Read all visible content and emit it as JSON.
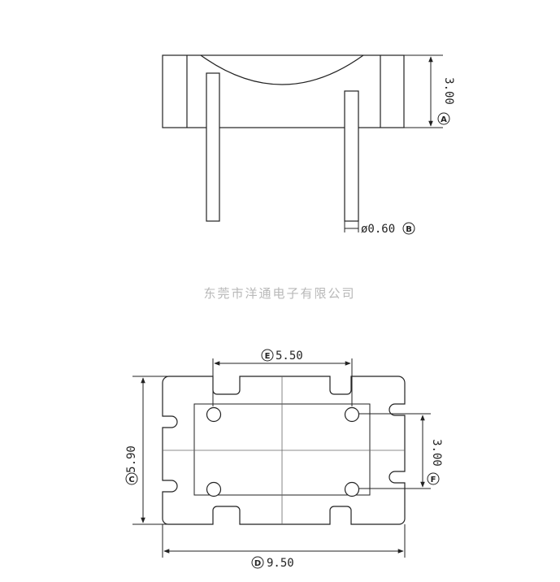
{
  "watermark": "东莞市洋通电子有限公司",
  "side_view": {
    "height_dim": {
      "letter": "A",
      "value": "3.00"
    },
    "pin_dim": {
      "letter": "B",
      "value": "ø0.60"
    }
  },
  "top_view": {
    "pin_spacing_x": {
      "letter": "E",
      "value": "5.50"
    },
    "pin_spacing_y": {
      "letter": "F",
      "value": "3.00"
    },
    "height_dim": {
      "letter": "C",
      "value": "5.90"
    },
    "width_dim": {
      "letter": "D",
      "value": "9.50"
    }
  },
  "colors": {
    "line": "#222222",
    "thin": "#666666",
    "watermark": "#b8b8b8"
  }
}
